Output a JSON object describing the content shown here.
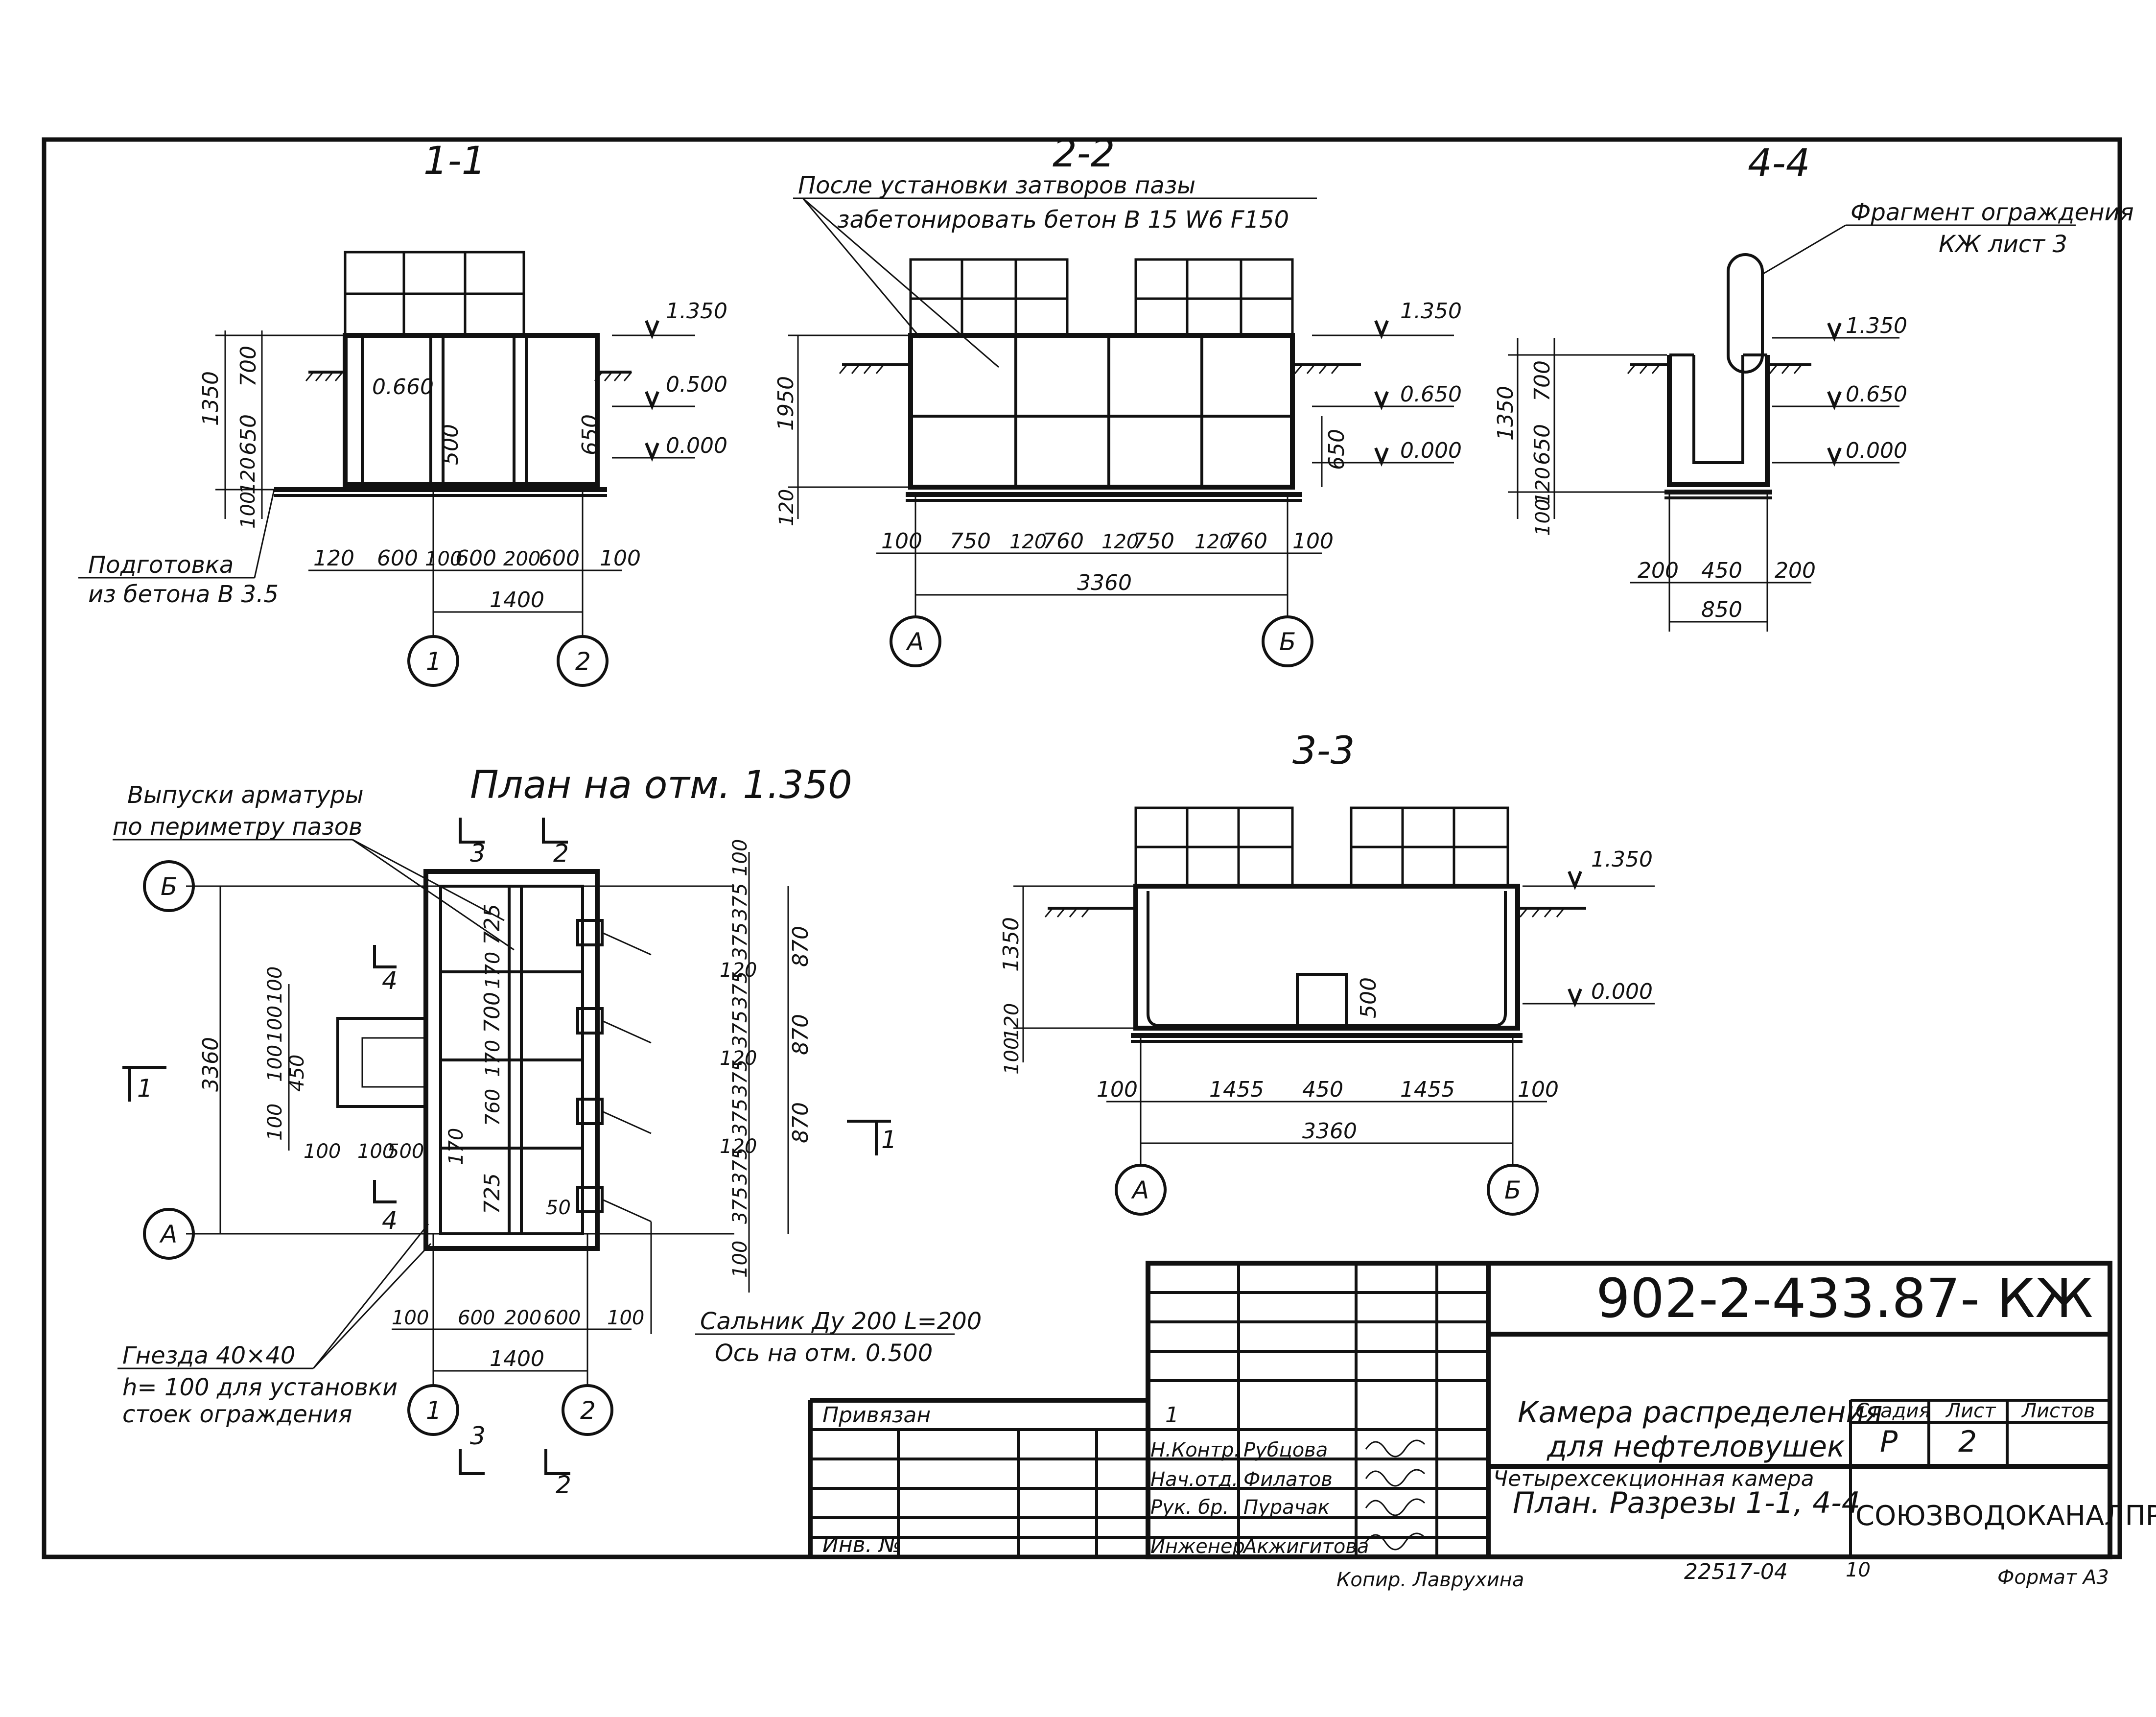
{
  "sections": {
    "s11": {
      "title": "1-1",
      "levels": [
        "1.350",
        "0.660",
        "0.500",
        "0.000"
      ],
      "dims_vertical": [
        "1350",
        "700",
        "650",
        "120",
        "100",
        "500",
        "650"
      ],
      "dims_horizontal": [
        "120",
        "600",
        "100",
        "600",
        "200",
        "600",
        "100"
      ],
      "overall": "1400",
      "axes": [
        "1",
        "2"
      ],
      "note_line1": "Подготовка",
      "note_line2": "из бетона В 3.5"
    },
    "s22": {
      "title": "2-2",
      "note_line1": "После установки затворов пазы",
      "note_line2": "забетонировать бетон В 15 W6 F150",
      "levels": [
        "1.350",
        "0.650",
        "0.000"
      ],
      "dims_vertical": [
        "1950",
        "650",
        "120"
      ],
      "dims_horizontal": [
        "100",
        "750",
        "120",
        "760",
        "120",
        "750",
        "120",
        "760",
        "100"
      ],
      "overall": "3360",
      "axes": [
        "А",
        "Б"
      ]
    },
    "s44": {
      "title": "4-4",
      "note_line1": "Фрагмент ограждения",
      "note_line2": "КЖ лист 3",
      "levels": [
        "1.350",
        "0.650",
        "0.000"
      ],
      "dims_vertical": [
        "1350",
        "700",
        "650",
        "120",
        "100"
      ],
      "dims_horizontal": [
        "200",
        "450",
        "200"
      ],
      "overall": "850"
    },
    "s33": {
      "title": "3-3",
      "levels": [
        "1.350",
        "0.000"
      ],
      "dims_vertical": [
        "1350",
        "120",
        "100",
        "500"
      ],
      "dims_horizontal": [
        "100",
        "1455",
        "450",
        "1455",
        "100"
      ],
      "overall": "3360",
      "axes": [
        "А",
        "Б"
      ]
    }
  },
  "plan": {
    "title": "План на отм. 1.350",
    "note_rebar1": "Выпуски арматуры",
    "note_rebar2": "по периметру пазов",
    "note_sockets1": "Гнезда 40×40",
    "note_sockets2": "h= 100 для установки",
    "note_sockets3": "стоек ограждения",
    "note_gland1": "Сальник Ду 200 L=200",
    "note_gland2": "Ось на отм. 0.500",
    "axes_rows": [
      "Б",
      "А"
    ],
    "axes_cols": [
      "1",
      "2"
    ],
    "cuts": [
      "3",
      "2",
      "4",
      "1",
      "3",
      "2",
      "4",
      "1"
    ],
    "overall_vertical": "3360",
    "dims_right": [
      "100",
      "375",
      "375",
      "120",
      "375",
      "375",
      "120",
      "375",
      "375",
      "120",
      "375",
      "375",
      "100"
    ],
    "dims_right_sum": [
      "870",
      "870",
      "870"
    ],
    "dims_inner": [
      "725",
      "170",
      "700",
      "170",
      "760",
      "170",
      "725"
    ],
    "dims_left": [
      "100",
      "100",
      "100",
      "450",
      "100",
      "100",
      "100",
      "500",
      "50"
    ],
    "dims_bottom": [
      "100",
      "600",
      "200",
      "600",
      "100"
    ],
    "overall_bottom": "1400"
  },
  "title_block": {
    "code": "902-2-433.87- КЖ",
    "privyazan": "Привязан",
    "inv": "Инв. №",
    "rev": "1",
    "roles": [
      "Н.Контр.",
      "Нач.отд.",
      "Рук. бр.",
      "Инженер"
    ],
    "names": [
      "Рубцова",
      "Филатов",
      "Пурачак",
      "Акжигитова"
    ],
    "name_line1": "Камера распределения",
    "name_line2": "для нефтеловушек",
    "sheet_line1": "Четырехсекционная камера",
    "sheet_line2": "План. Разрезы 1-1, 4-4",
    "stage_label": "Стадия",
    "sheet_label": "Лист",
    "sheets_label": "Листов",
    "stage": "Р",
    "sheet": "2",
    "org": "СОЮЗВОДОКАНАЛПРОЕКТ",
    "copied": "Копир. Лаврухина",
    "doc_no": "22517-04",
    "page_no": "10",
    "format": "Формат А3"
  }
}
